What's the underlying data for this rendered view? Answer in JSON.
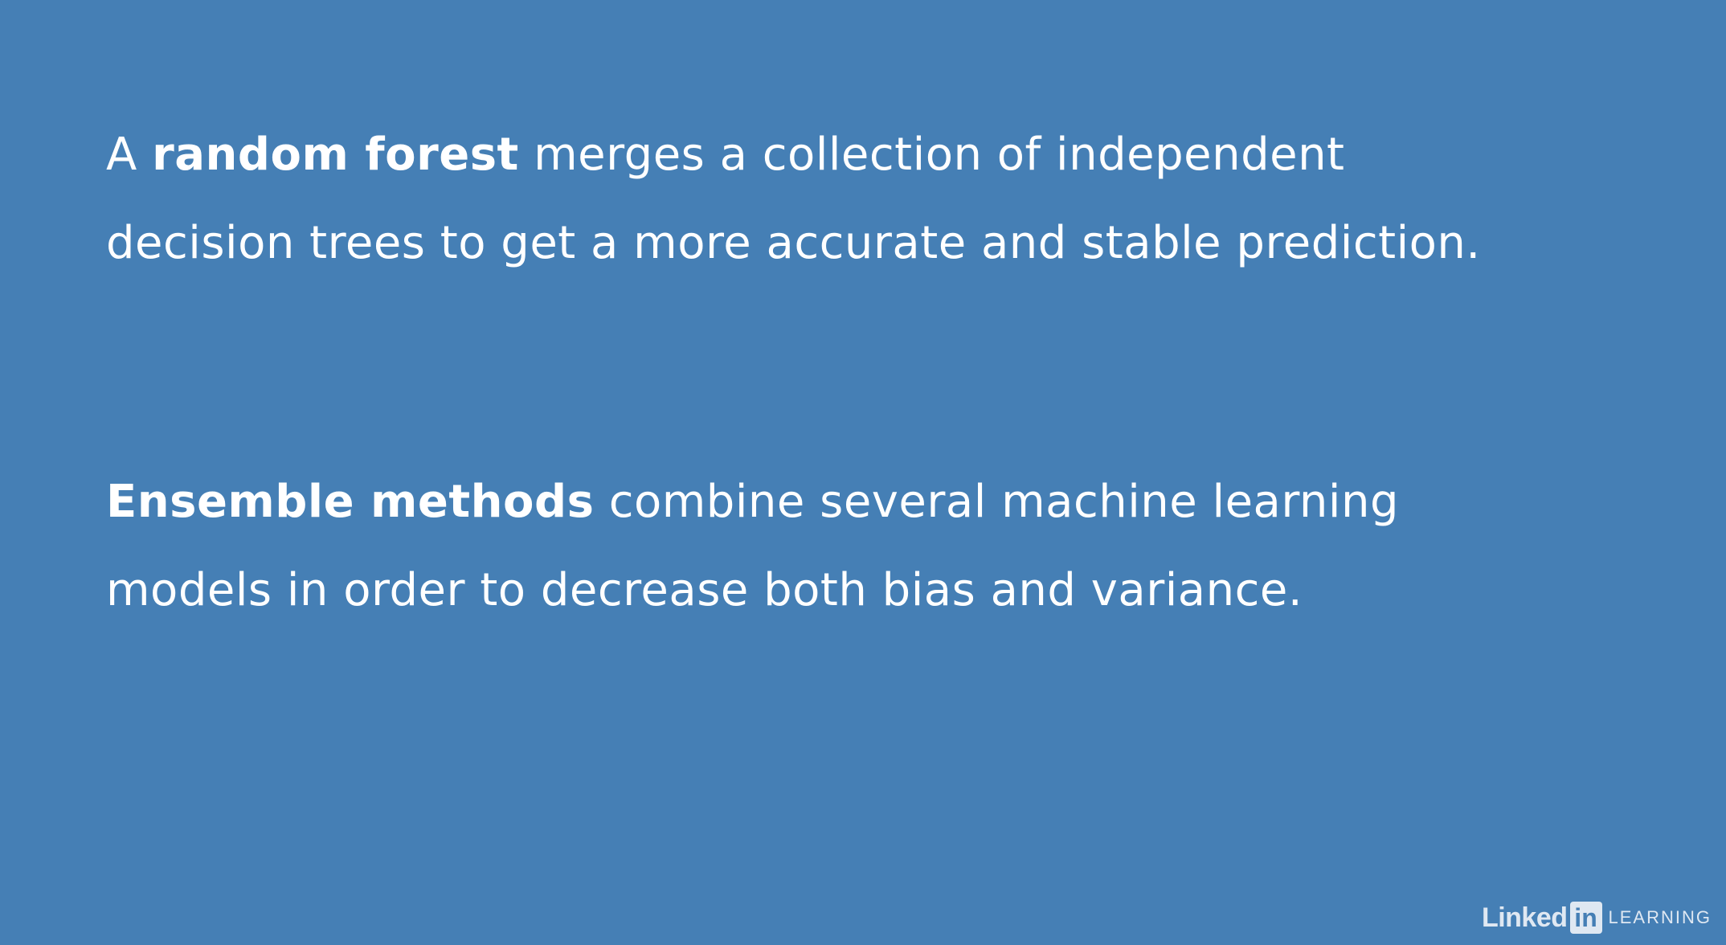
{
  "paragraph_1": {
    "prefix": "A ",
    "bold": "random forest",
    "rest_line_1": " merges a collection of independent",
    "line_2": "decision trees to get a more accurate and stable prediction."
  },
  "paragraph_2": {
    "bold": "Ensemble methods",
    "rest_line_1": " combine several machine learning",
    "line_2": "models in order to decrease both bias and variance."
  },
  "logo": {
    "linked": "Linked",
    "in": "in",
    "learning": "LEARNING"
  },
  "colors": {
    "background": "#457fb5",
    "text": "#ffffff"
  }
}
